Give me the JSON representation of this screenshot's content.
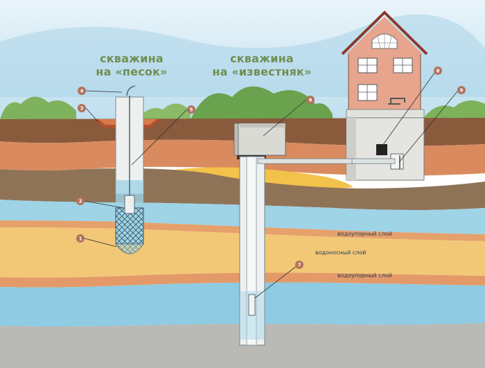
{
  "titles": {
    "sand_well": {
      "line1": "скважина",
      "line2": "на «песок»"
    },
    "limestone_well": {
      "line1": "скважина",
      "line2": "на «известняк»"
    }
  },
  "layer_labels": {
    "aquiclude_top": "водоупорный слой",
    "aquifer": "водоносный слой",
    "aquiclude_bottom": "водоупорный слой"
  },
  "callouts": [
    "1",
    "2",
    "3",
    "4",
    "5",
    "6",
    "7",
    "8",
    "9"
  ],
  "colors": {
    "sky": "#cfe6f2",
    "topsoil": "#8a5a3c",
    "clay": "#d98b5f",
    "loam": "#8f7357",
    "water": "#9fd3e6",
    "sand": "#f2c877",
    "bedrock": "#b9b9b6",
    "title_green": "#6f8f52",
    "callout_badge": "#b0735b"
  }
}
